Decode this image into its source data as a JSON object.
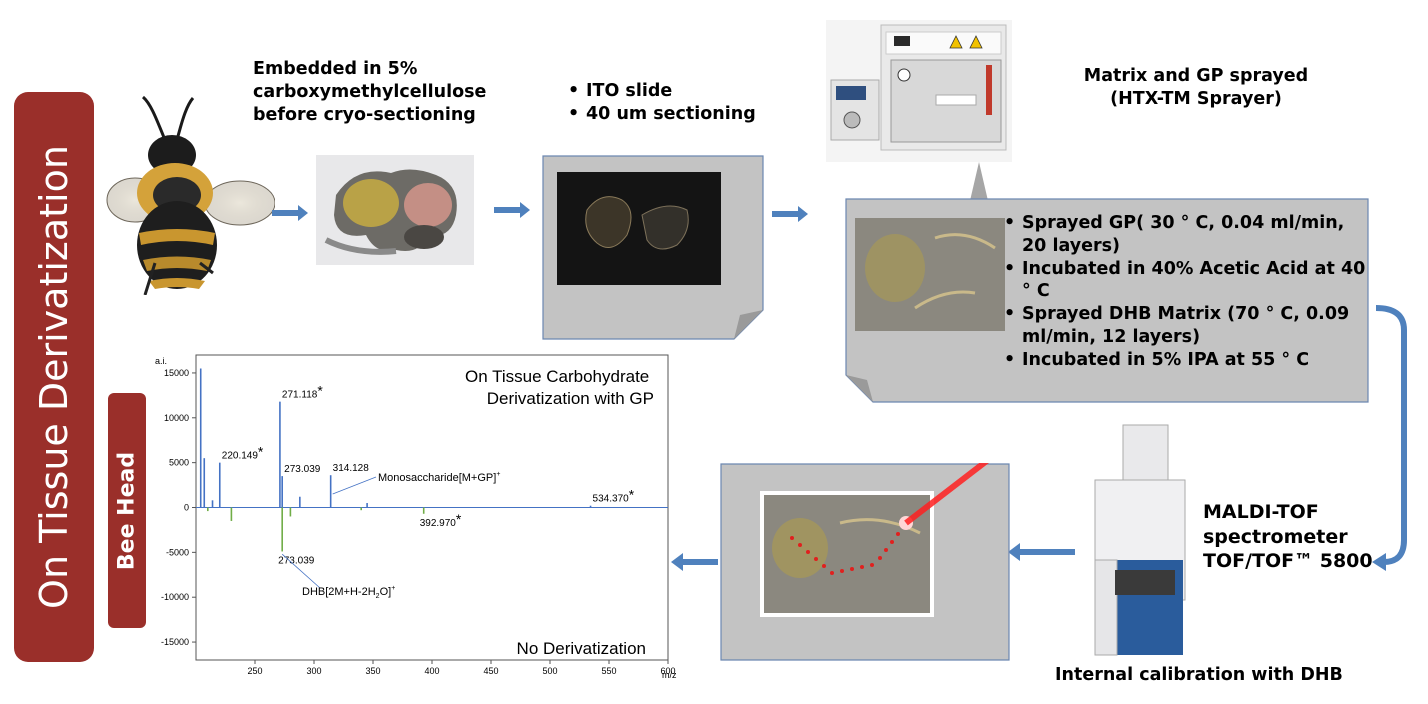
{
  "side_title": "On Tissue Derivatization",
  "sample_label": "Bee Head",
  "embed_text": [
    "Embedded in 5%",
    "carboxymethylcellulose",
    "before cryo-sectioning"
  ],
  "ito_bullets": [
    "ITO slide",
    "40 um sectioning"
  ],
  "matrix_title": [
    "Matrix and GP sprayed",
    "(HTX-TM Sprayer)"
  ],
  "spray_bullets": [
    "Sprayed GP( 30 ° C, 0.04 ml/min, 20 layers)",
    "Incubated in 40% Acetic Acid at 40 ° C",
    "Sprayed DHB Matrix (70 ° C, 0.09 ml/min, 12 layers)",
    "Incubated in 5% IPA at 55 ° C"
  ],
  "maldi_text": [
    "MALDI-TOF",
    "spectrometer",
    "TOF/TOF™ 5800"
  ],
  "calibration_text": "Internal calibration with DHB",
  "colors": {
    "banner": "#9a2f2a",
    "panel": "#c3c3c3",
    "arrow": "#4f81bd",
    "top_spectrum": "#4472c4",
    "bottom_spectrum": "#70ad47"
  },
  "chart_data": {
    "type": "line",
    "ylabel": "a.i.",
    "xlabel": "m/z",
    "xlim": [
      200,
      600
    ],
    "ylim": [
      -17000,
      17000
    ],
    "x_ticks": [
      "250",
      "300",
      "350",
      "400",
      "450",
      "500",
      "550",
      "600"
    ],
    "y_ticks": [
      "15000",
      "10000",
      "5000",
      "0",
      "-5000",
      "-10000",
      "-15000"
    ],
    "top_label": [
      "On Tissue Carbohydrate",
      "Derivatization with GP"
    ],
    "bottom_label": "No Derivatization",
    "series": [
      {
        "name": "On Tissue Carbohydrate Derivatization with GP",
        "peaks": [
          [
            204,
            15500
          ],
          [
            207,
            5500
          ],
          [
            214,
            800
          ],
          [
            220.149,
            5000
          ],
          [
            271.118,
            11800
          ],
          [
            273.039,
            3500
          ],
          [
            288,
            1200
          ],
          [
            314.128,
            3600
          ],
          [
            345,
            500
          ],
          [
            534.37,
            200
          ]
        ]
      },
      {
        "name": "No Derivatization",
        "peaks": [
          [
            210,
            -400
          ],
          [
            230,
            -1500
          ],
          [
            273.039,
            -4900
          ],
          [
            280,
            -1000
          ],
          [
            340,
            -300
          ],
          [
            392.97,
            -700
          ]
        ]
      }
    ],
    "annotations": [
      {
        "text": "220.149",
        "star": true,
        "x": 220.149,
        "y": 5000
      },
      {
        "text": "271.118",
        "star": true,
        "x": 271.118,
        "y": 11800
      },
      {
        "text": "273.039",
        "star": false,
        "x": 273.039,
        "y": 3500
      },
      {
        "text": "314.128",
        "star": false,
        "x": 314.128,
        "y": 3600
      },
      {
        "text": "534.370",
        "star": true,
        "x": 534.37,
        "y": 200
      },
      {
        "text": "392.970",
        "star": true,
        "x": 392.97,
        "y": -700
      },
      {
        "text": "273.039",
        "star": false,
        "x": 273.039,
        "y": -4900
      }
    ],
    "callouts": {
      "top": {
        "text": "Monosaccharide[M+GP]",
        "sup": "+"
      },
      "bottom": {
        "pre": "DHB[2M+H-2H",
        "sub": "2",
        "post": "O]",
        "sup": "+"
      }
    }
  }
}
